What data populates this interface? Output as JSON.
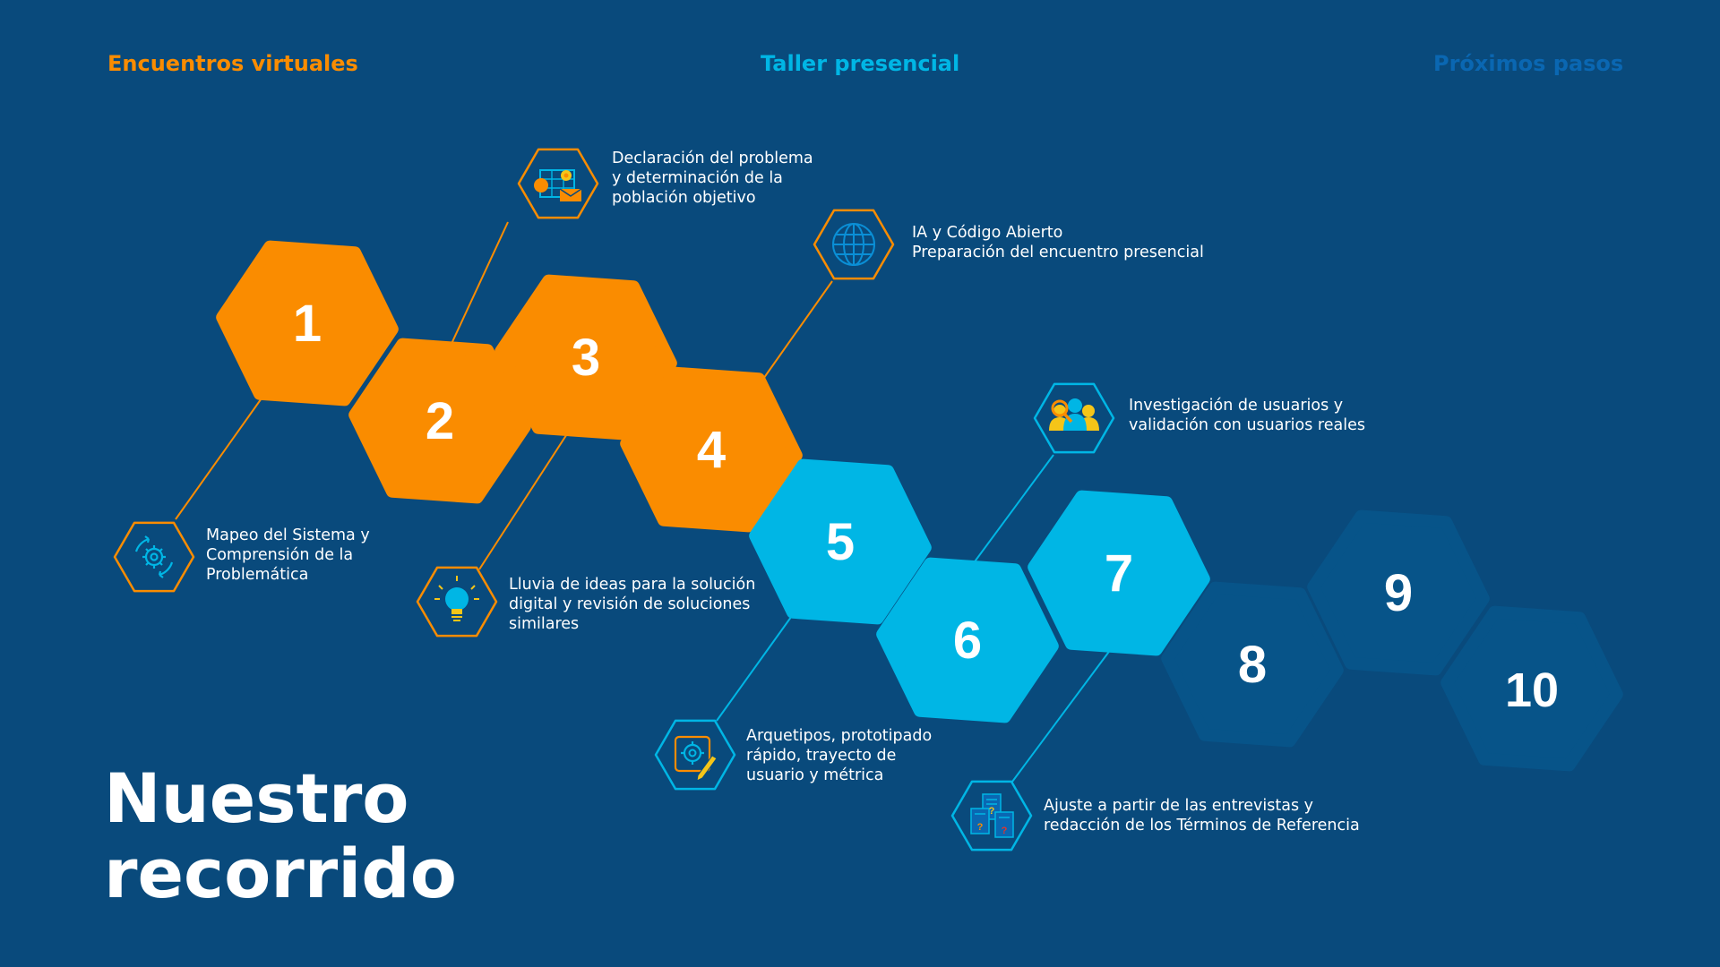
{
  "colors": {
    "background": "#094a7c",
    "orange": "#fa8c00",
    "cyan": "#00b6e5",
    "dark_blue": "#075489",
    "phase_next_text": "#0a67b2",
    "white": "#ffffff"
  },
  "phases": [
    {
      "label": "Encuentros virtuales",
      "color": "#fa8c00"
    },
    {
      "label": "Taller presencial",
      "color": "#00b6e5"
    },
    {
      "label": "Próximos pasos",
      "color": "#0a67b2"
    }
  ],
  "title": "Nuestro\nrecorrido",
  "steps": [
    {
      "number": "1",
      "color": "#fa8c00"
    },
    {
      "number": "2",
      "color": "#fa8c00"
    },
    {
      "number": "3",
      "color": "#fa8c00"
    },
    {
      "number": "4",
      "color": "#fa8c00"
    },
    {
      "number": "5",
      "color": "#00b6e5"
    },
    {
      "number": "6",
      "color": "#00b6e5"
    },
    {
      "number": "7",
      "color": "#00b6e5"
    },
    {
      "number": "8",
      "color": "#075489"
    },
    {
      "number": "9",
      "color": "#075489"
    },
    {
      "number": "10",
      "color": "#075489"
    }
  ],
  "milestones": [
    {
      "step": "1",
      "icon": "gears-cycle-icon",
      "color": "#fa8c00",
      "text": "Mapeo del Sistema y\nComprensión de la\nProblemática"
    },
    {
      "step": "2",
      "icon": "dashboard-chart-icon",
      "color": "#fa8c00",
      "text": "Declaración del problema\ny determinación de la\npoblación objetivo"
    },
    {
      "step": "3",
      "icon": "lightbulb-icon",
      "color": "#fa8c00",
      "text": "Lluvia de ideas para la solución\ndigital y revisión de soluciones\nsimilares"
    },
    {
      "step": "4",
      "icon": "globe-icon",
      "color": "#fa8c00",
      "text": "IA y Código Abierto\nPreparación del encuentro presencial"
    },
    {
      "step": "5",
      "icon": "gear-pencil-icon",
      "color": "#00b6e5",
      "text": "Arquetipos, prototipado\nrápido,  trayecto de\nusuario y métrica"
    },
    {
      "step": "6",
      "icon": "users-search-icon",
      "color": "#00b6e5",
      "text": "Investigación de usuarios y\nvalidación con usuarios reales"
    },
    {
      "step": "7",
      "icon": "documents-icon",
      "color": "#00b6e5",
      "text": "Ajuste a partir de las entrevistas y\nredacción de los Términos de Referencia"
    }
  ]
}
